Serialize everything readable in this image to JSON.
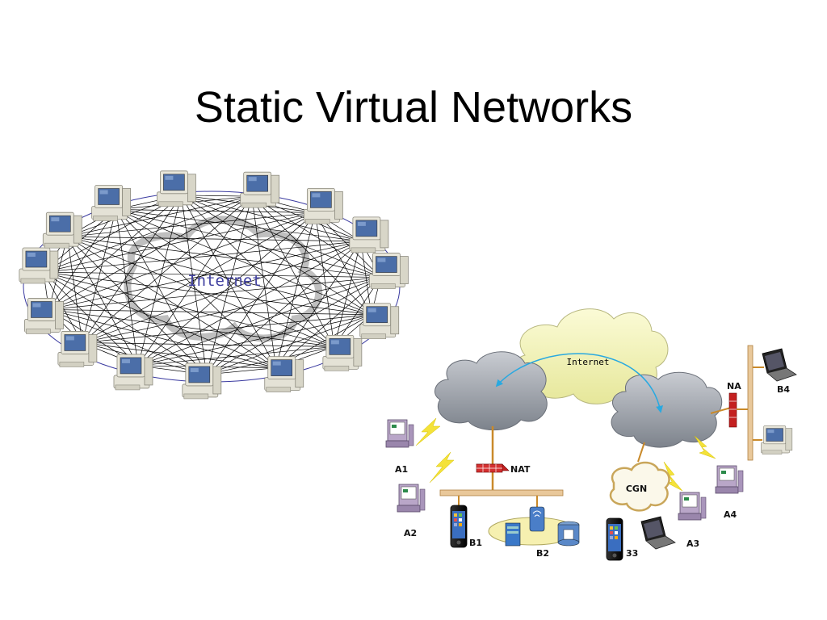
{
  "slide": {
    "title": "Static Virtual Networks"
  },
  "left_diagram": {
    "cloud_label": "Internet",
    "computer_count": 15
  },
  "right_diagram": {
    "cloud_label": "Internet",
    "labels": {
      "nat": "NAT",
      "na": "NA",
      "cgn": "CGN",
      "a1": "A1",
      "a2": "A2",
      "a3": "A3",
      "a4": "A4",
      "b1": "B1",
      "b2": "B2",
      "b3": "33",
      "b4": "B4"
    }
  }
}
